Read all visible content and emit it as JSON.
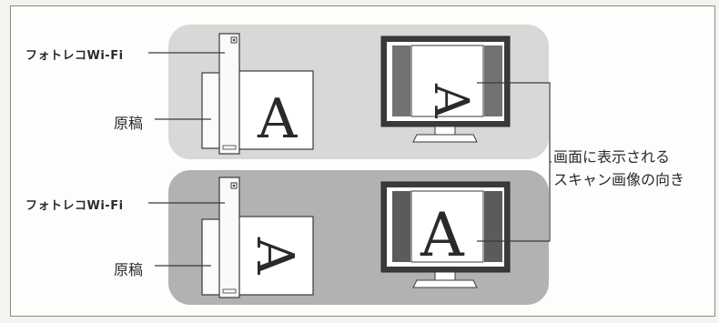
{
  "top_scenario": {
    "device_label": "フォトレコWi-Fi",
    "original_label": "原稿",
    "paper_letter": "A",
    "screen_letter": "A"
  },
  "bottom_scenario": {
    "device_label": "フォトレコWi-Fi",
    "original_label": "原稿",
    "paper_letter": "A",
    "screen_letter": "A"
  },
  "callout": {
    "line1": "画面に表示される",
    "line2": "スキャン画像の向き"
  }
}
